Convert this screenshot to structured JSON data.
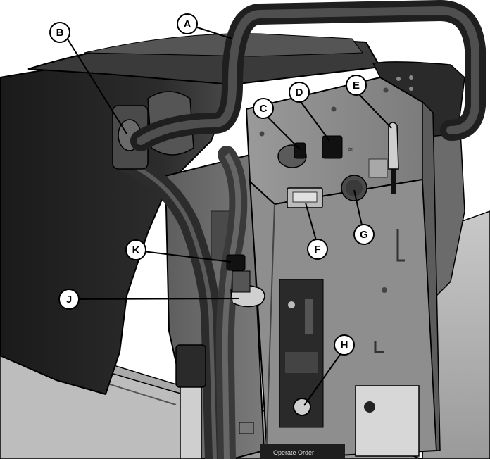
{
  "callouts": [
    {
      "id": "A",
      "label": "A"
    },
    {
      "id": "B",
      "label": "B"
    },
    {
      "id": "C",
      "label": "C"
    },
    {
      "id": "D",
      "label": "D"
    },
    {
      "id": "E",
      "label": "E"
    },
    {
      "id": "F",
      "label": "F"
    },
    {
      "id": "G",
      "label": "G"
    },
    {
      "id": "H",
      "label": "H"
    },
    {
      "id": "J",
      "label": "J"
    },
    {
      "id": "K",
      "label": "K"
    }
  ],
  "decal": {
    "line1": "Operate Order"
  },
  "colors": {
    "machine_dark": "#2a2a2a",
    "machine_mid": "#6e6e6e",
    "machine_light": "#b5b5b5",
    "panel": "#8c8c8c",
    "outline": "#000000",
    "callout_fill": "#ffffff"
  }
}
